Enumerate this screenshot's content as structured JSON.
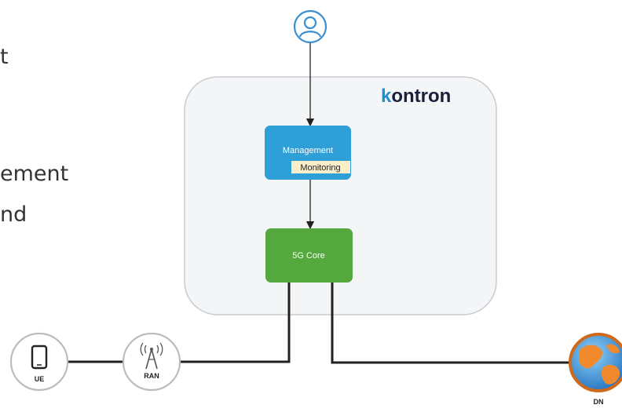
{
  "left_text": [
    "t",
    "ement",
    "nd"
  ],
  "brand": "kontron",
  "nodes": {
    "management": {
      "label": "Management",
      "tag": "Monitoring"
    },
    "core": {
      "label": "5G Core"
    },
    "ue": {
      "label": "UE"
    },
    "ran": {
      "label": "RAN"
    },
    "dn": {
      "label": "DN"
    }
  },
  "colors": {
    "management_fill": "#2f9fd8",
    "core_fill": "#54a83e",
    "platform_fill": "#f3f5f7",
    "platform_stroke": "#c9ccd0",
    "brand_k": "#1e8fd2",
    "brand_text": "#1a1f3a",
    "link": "#222222"
  }
}
